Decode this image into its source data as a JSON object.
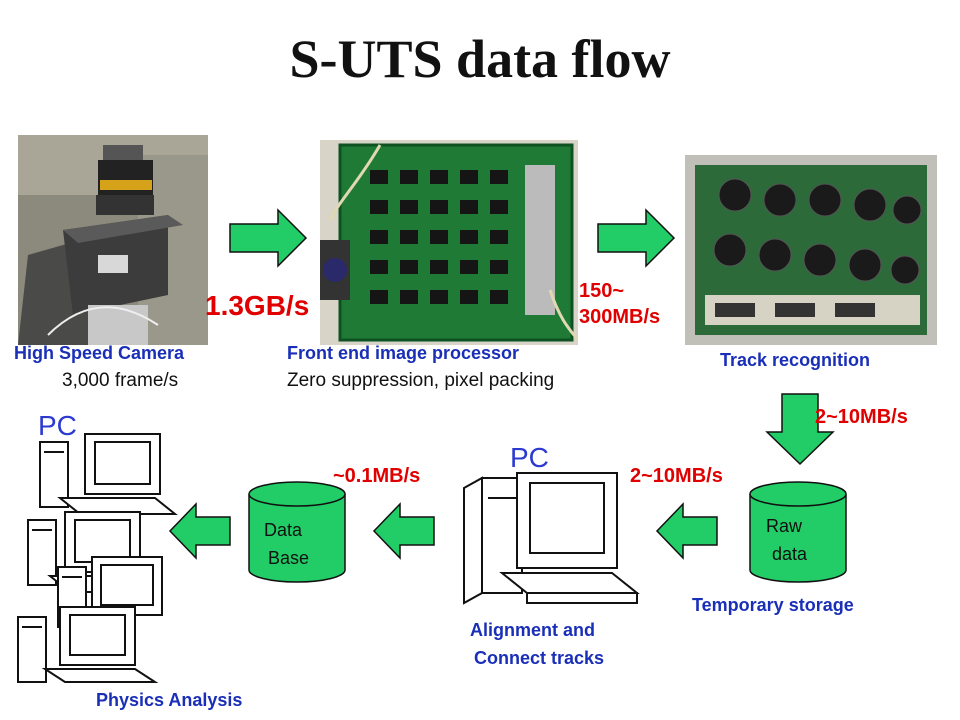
{
  "title": "S-UTS data flow",
  "camera": {
    "label": "High Speed Camera",
    "sub": "3,000 frame/s"
  },
  "frontend": {
    "label": "Front end image processor",
    "sub": "Zero suppression, pixel packing"
  },
  "track": {
    "label": "Track recognition"
  },
  "rates": {
    "camera_to_frontend": "1.3GB/s",
    "frontend_to_track_1": "150~",
    "frontend_to_track_2": "300MB/s",
    "track_to_storage": "2~10MB/s",
    "storage_to_pc": "2~10MB/s",
    "pc_to_db": "~0.1MB/s"
  },
  "storage": {
    "line1": "Raw",
    "line2": "data",
    "label": "Temporary storage"
  },
  "database": {
    "line1": "Data",
    "line2": "Base"
  },
  "align_pc": {
    "pc_label": "PC",
    "line1": "Alignment and",
    "line2": "Connect tracks"
  },
  "physics": {
    "pc_label": "PC",
    "label": "Physics Analysis"
  },
  "colors": {
    "arrow_fill": "#22cc66",
    "cylinder": "#22cc66",
    "label_blue": "#1a2fb8",
    "rate_red": "#e00000"
  }
}
